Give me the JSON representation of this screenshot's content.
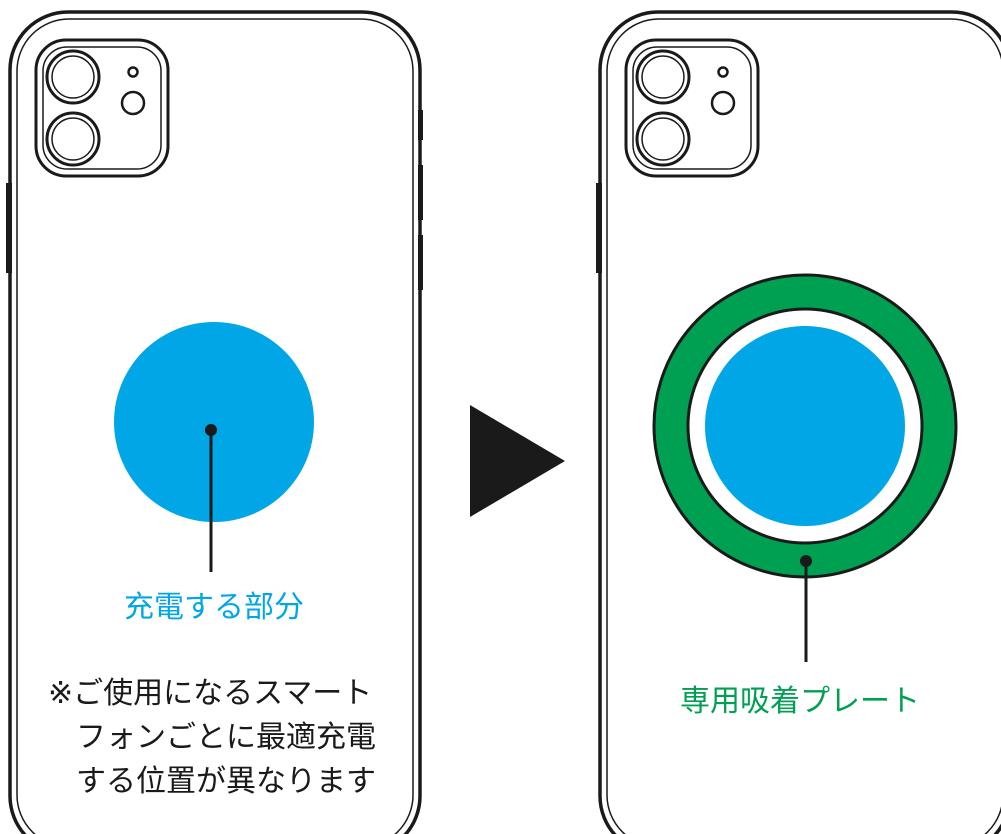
{
  "colors": {
    "outline": "#1a1a1a",
    "charge_area": "#00a6e6",
    "plate_ring": "#00a052",
    "background": "#ffffff"
  },
  "labels": {
    "charge_area": "充電する部分",
    "plate": "専用吸着プレート"
  },
  "note": {
    "line1": "※ご使用になるスマート",
    "line2": "フォンごとに最適充電",
    "line3": "する位置が異なります"
  },
  "icons": [
    "smartphone-back",
    "camera-module",
    "arrow-right"
  ]
}
